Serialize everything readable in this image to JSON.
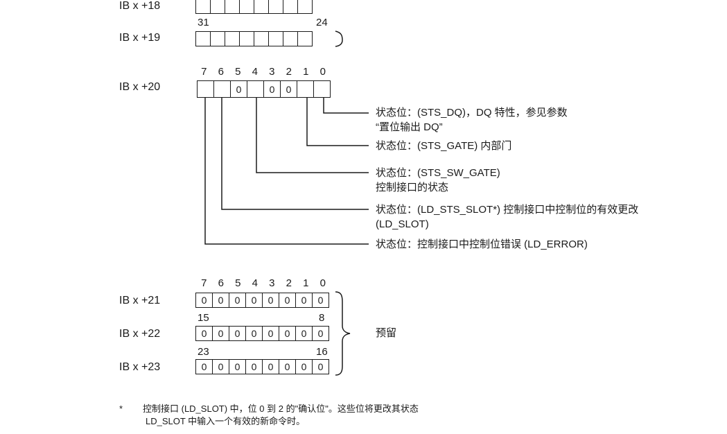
{
  "rows": {
    "ib18": {
      "label": "IB x +18"
    },
    "ib19": {
      "label": "IB x +19",
      "bit_high": "31",
      "bit_low": "24"
    },
    "ib20": {
      "label": "IB x +20",
      "bit_numbers": [
        "7",
        "6",
        "5",
        "4",
        "3",
        "2",
        "1",
        "0"
      ],
      "cells": [
        "",
        "",
        "0",
        "",
        "0",
        "0",
        "",
        ""
      ]
    },
    "ib21": {
      "label": "IB x +21",
      "bit_numbers": [
        "7",
        "6",
        "5",
        "4",
        "3",
        "2",
        "1",
        "0"
      ],
      "cells": [
        "0",
        "0",
        "0",
        "0",
        "0",
        "0",
        "0",
        "0"
      ]
    },
    "ib22": {
      "label": "IB x +22",
      "bit_high": "15",
      "bit_low": "8",
      "cells": [
        "0",
        "0",
        "0",
        "0",
        "0",
        "0",
        "0",
        "0"
      ]
    },
    "ib23": {
      "label": "IB x +23",
      "bit_high": "23",
      "bit_low": "16",
      "cells": [
        "0",
        "0",
        "0",
        "0",
        "0",
        "0",
        "0",
        "0"
      ]
    }
  },
  "descriptions": {
    "sts_dq_line1": "状态位：(STS_DQ)，DQ 特性，参见参数",
    "sts_dq_line2": "“置位输出 DQ”",
    "sts_gate": "状态位：(STS_GATE) 内部门",
    "sts_sw_gate_line1": "状态位：(STS_SW_GATE)",
    "sts_sw_gate_line2": "控制接口的状态",
    "ld_sts_slot_line1": "状态位：(LD_STS_SLOT*) 控制接口中控制位的有效更改",
    "ld_sts_slot_line2": "(LD_SLOT)",
    "ld_error": "状态位：控制接口中控制位错误 (LD_ERROR)"
  },
  "reserved_label": "预留",
  "footnote": {
    "marker": "*",
    "line1": "控制接口 (LD_SLOT) 中，位 0 到 2 的\"确认位\"。这些位将更改其状态",
    "line2": "LD_SLOT 中输入一个有效的新命令时。"
  }
}
